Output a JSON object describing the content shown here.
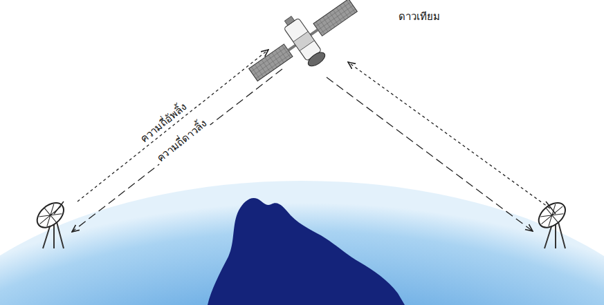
{
  "diagram": {
    "labels": [
      "ดาวเทียม",
      "ความถี่อัพลิ้ง",
      "ความถี่ดาวลิ้ง"
    ]
  }
}
